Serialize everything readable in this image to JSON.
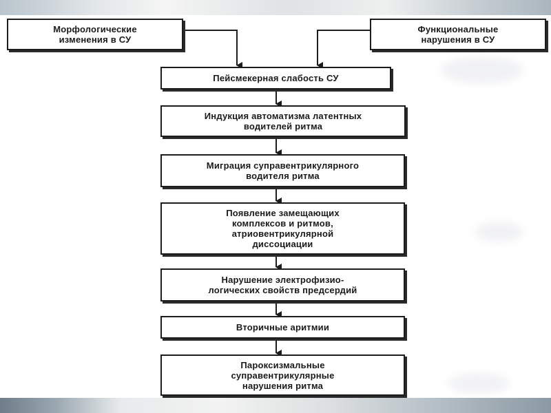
{
  "diagram": {
    "sources": {
      "morphological": "Морфологические\nизменения в СУ",
      "functional": "Функциональные\nнарушения в СУ"
    },
    "steps": [
      "Пейсмекерная слабость СУ",
      "Индукция автоматизма латентных\nводителей ритма",
      "Миграция  суправентрикулярного\nводителя ритма",
      "Появление замещающих\nкомплексов и ритмов,\nатриовентрикулярной\nдиссоциации",
      "Нарушение  электрофизио-\nлогических  свойств  предсердий",
      "Вторичные  аритмии",
      "Пароксизмальные\nсуправентрикулярные\nнарушения ритма"
    ]
  }
}
